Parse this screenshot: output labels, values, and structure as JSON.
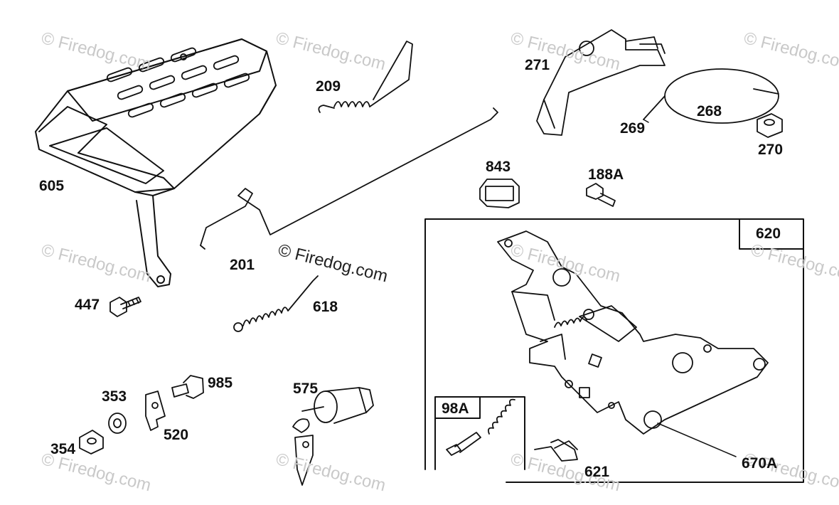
{
  "watermark": "© Firedog.com",
  "labels": {
    "p605": "605",
    "p209": "209",
    "p271": "271",
    "p269": "269",
    "p268": "268",
    "p270": "270",
    "p843": "843",
    "p188A": "188A",
    "p201": "201",
    "p618": "618",
    "p447": "447",
    "p620": "620",
    "p985": "985",
    "p353": "353",
    "p520": "520",
    "p354": "354",
    "p575": "575",
    "p98A": "98A",
    "p621": "621",
    "p670A": "670A"
  }
}
